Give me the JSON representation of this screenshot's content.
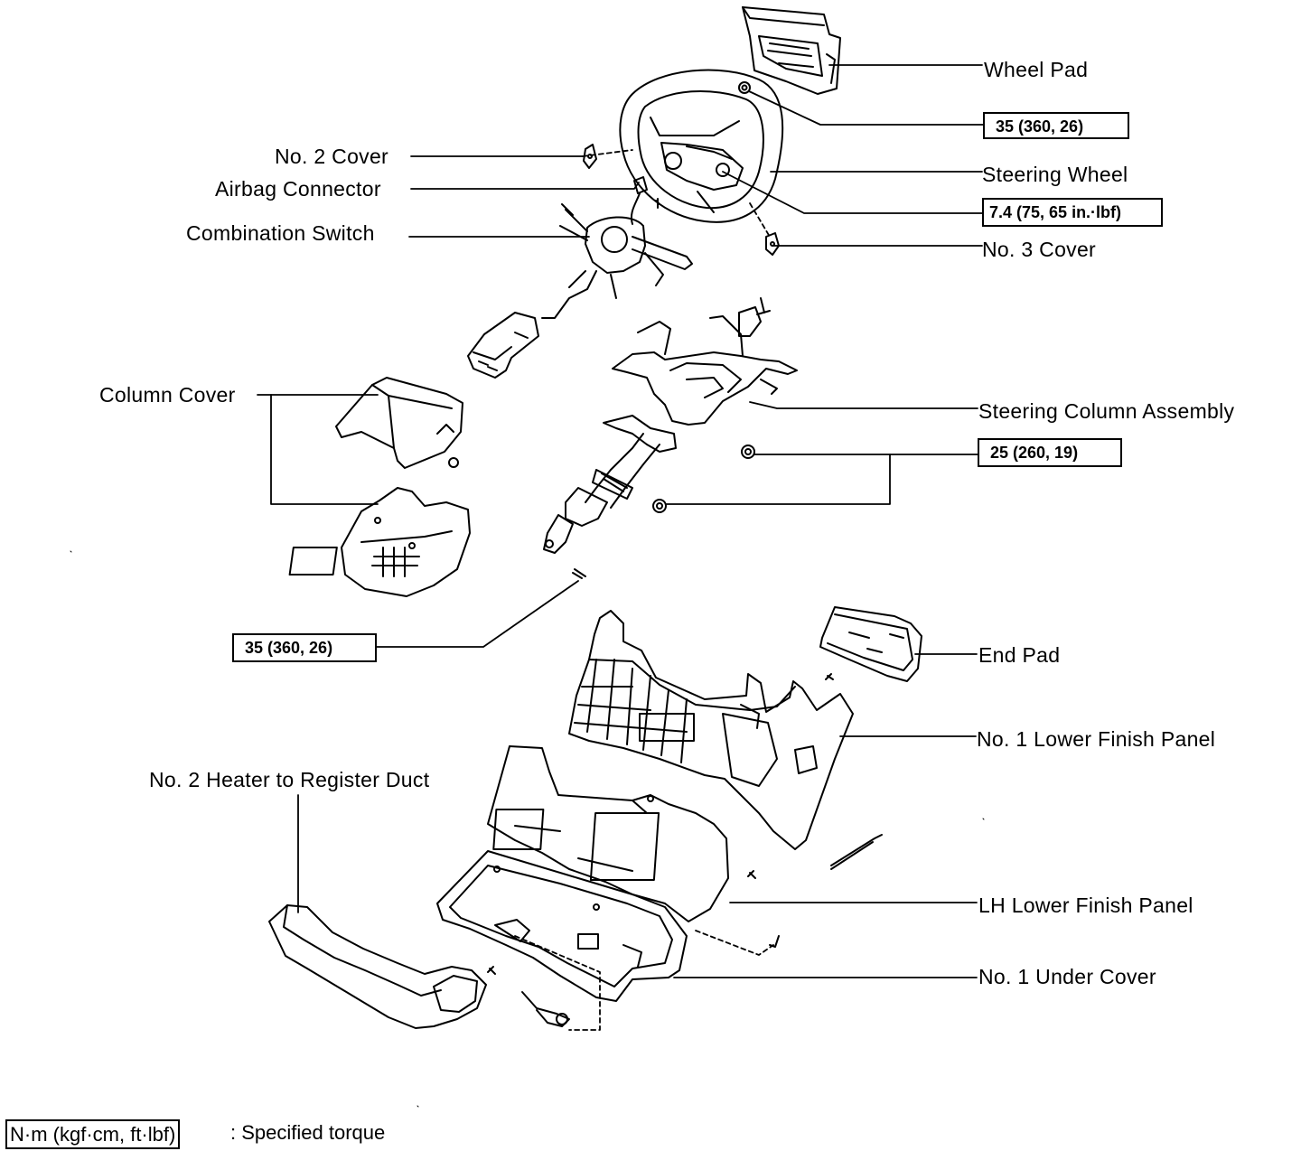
{
  "labels": {
    "wheel_pad": "Wheel Pad",
    "no2_cover": "No. 2 Cover",
    "airbag_connector": "Airbag Connector",
    "steering_wheel": "Steering Wheel",
    "combination_switch": "Combination Switch",
    "no3_cover": "No. 3 Cover",
    "column_cover": "Column Cover",
    "steering_column_assembly": "Steering Column Assembly",
    "end_pad": "End Pad",
    "no1_lower_finish_panel": "No. 1 Lower Finish Panel",
    "no2_heater_duct": "No. 2 Heater to Register Duct",
    "lh_lower_finish_panel": "LH Lower Finish Panel",
    "no1_under_cover": "No. 1 Under Cover"
  },
  "torques": {
    "wheel_pad_nut": "35 (360, 26)",
    "steering_wheel_screw": "7.4 (75, 65 in.·lbf)",
    "column_nuts": "25 (260, 19)",
    "column_bolt": "35 (360, 26)"
  },
  "legend": {
    "unit_box": "N·m (kgf·cm, ft·lbf)",
    "description": ": Specified torque"
  }
}
